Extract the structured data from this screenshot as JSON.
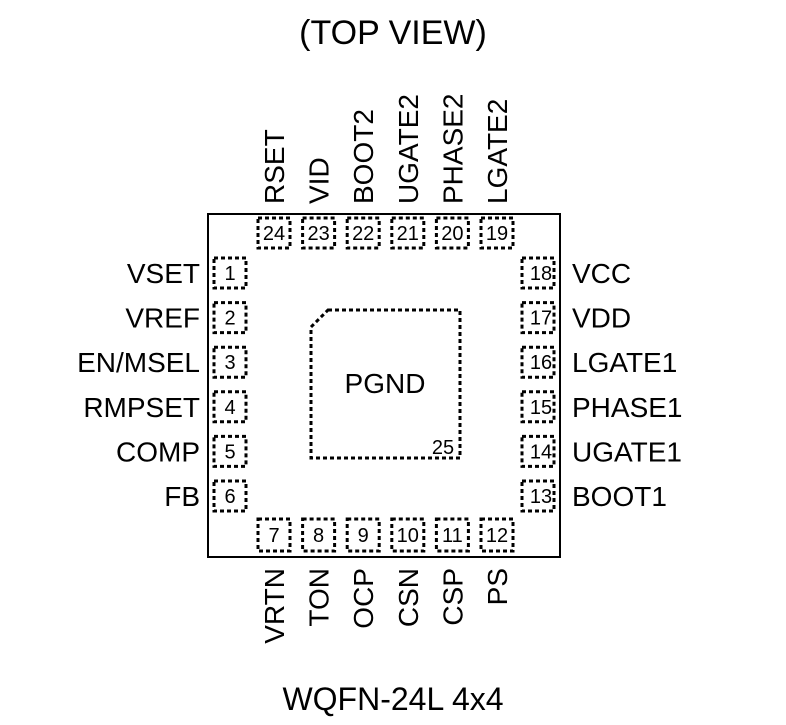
{
  "title": "(TOP VIEW)",
  "package": "WQFN-24L  4x4",
  "exposed_pad": {
    "label": "PGND",
    "number": "25"
  },
  "pins": {
    "left": [
      {
        "num": "1",
        "name": "VSET"
      },
      {
        "num": "2",
        "name": "VREF"
      },
      {
        "num": "3",
        "name": "EN/MSEL"
      },
      {
        "num": "4",
        "name": "RMPSET"
      },
      {
        "num": "5",
        "name": "COMP"
      },
      {
        "num": "6",
        "name": "FB"
      }
    ],
    "bottom": [
      {
        "num": "7",
        "name": "VRTN"
      },
      {
        "num": "8",
        "name": "TON"
      },
      {
        "num": "9",
        "name": "OCP"
      },
      {
        "num": "10",
        "name": "CSN"
      },
      {
        "num": "11",
        "name": "CSP"
      },
      {
        "num": "12",
        "name": "PS"
      }
    ],
    "right": [
      {
        "num": "13",
        "name": "BOOT1"
      },
      {
        "num": "14",
        "name": "UGATE1"
      },
      {
        "num": "15",
        "name": "PHASE1"
      },
      {
        "num": "16",
        "name": "LGATE1"
      },
      {
        "num": "17",
        "name": "VDD"
      },
      {
        "num": "18",
        "name": "VCC"
      }
    ],
    "top": [
      {
        "num": "19",
        "name": "LGATE2"
      },
      {
        "num": "20",
        "name": "PHASE2"
      },
      {
        "num": "21",
        "name": "UGATE2"
      },
      {
        "num": "22",
        "name": "BOOT2"
      },
      {
        "num": "23",
        "name": "VID"
      },
      {
        "num": "24",
        "name": "RSET"
      }
    ]
  }
}
